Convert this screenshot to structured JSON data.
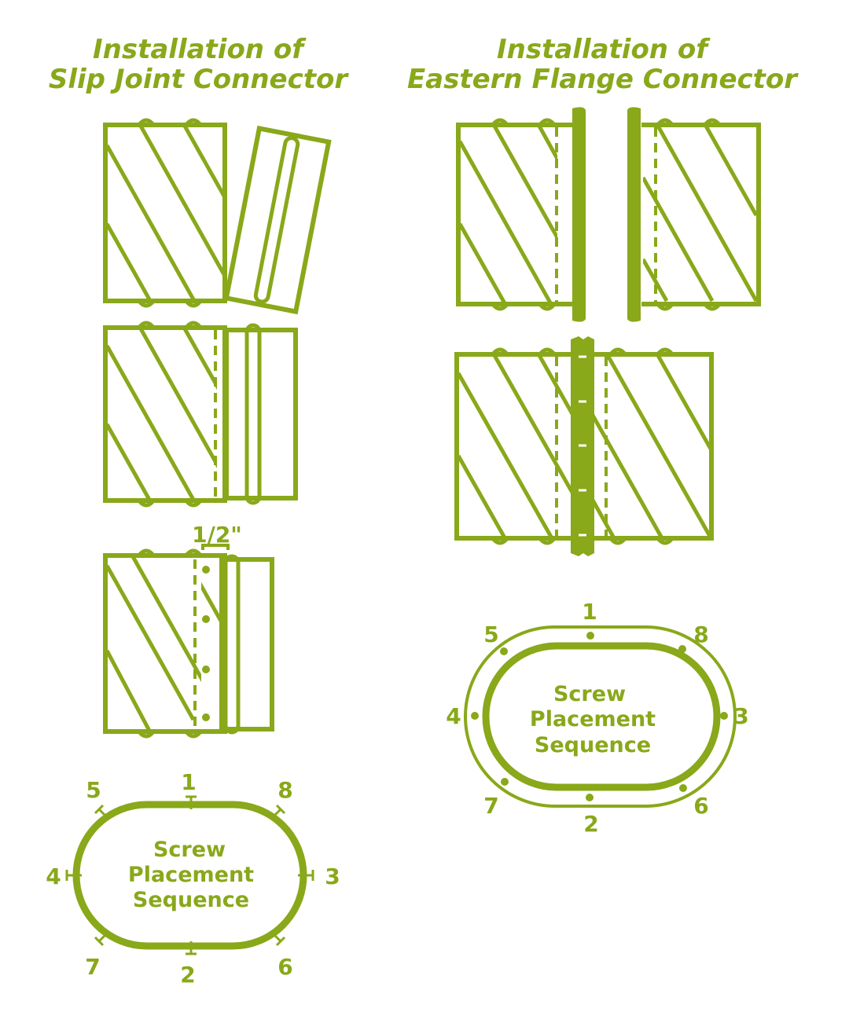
{
  "colors": {
    "accent": "#89a81a",
    "background": "#ffffff"
  },
  "slip": {
    "title_line1": "Installation of",
    "title_line2": "Slip Joint Connector",
    "measure": "1/2\"",
    "seq_line1": "Screw",
    "seq_line2": "Placement",
    "seq_line3": "Sequence",
    "n1": "1",
    "n2": "2",
    "n3": "3",
    "n4": "4",
    "n5": "5",
    "n6": "6",
    "n7": "7",
    "n8": "8"
  },
  "eastern": {
    "title_line1": "Installation of",
    "title_line2": "Eastern Flange Connector",
    "seq_line1": "Screw",
    "seq_line2": "Placement",
    "seq_line3": "Sequence",
    "n1": "1",
    "n2": "2",
    "n3": "3",
    "n4": "4",
    "n5": "5",
    "n6": "6",
    "n7": "7",
    "n8": "8"
  }
}
